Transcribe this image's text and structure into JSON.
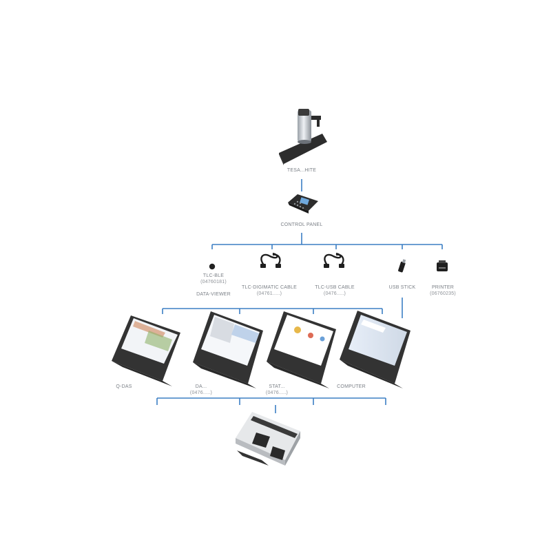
{
  "diagram": {
    "line_color": "#3b7fc4",
    "device_color": "#2f2f2f",
    "nodes": {
      "instrument": {
        "label": "TESA...HITE",
        "icon": "height-gauge-icon"
      },
      "control_panel": {
        "label": "CONTROL PANEL",
        "icon": "control-panel-icon"
      },
      "tlc_ble": {
        "label": "TLC-BLE",
        "code": "(04760181)",
        "icon": "ble-dongle-icon"
      },
      "tlc_digimatic": {
        "label": "TLC-DIGIMATIC CABLE",
        "code": "(04761.....)",
        "icon": "cable-icon"
      },
      "tlc_usb": {
        "label": "TLC-USB CABLE",
        "code": "(0476.....)",
        "icon": "cable-icon"
      },
      "usb_stick": {
        "label": "USB STICK",
        "icon": "usb-stick-icon"
      },
      "printer": {
        "label": "PRINTER",
        "code": "(06760235)",
        "icon": "printer-icon"
      },
      "data_viewer": {
        "label": "DATA-VIEWER"
      },
      "q_das": {
        "label": "Q-DAS",
        "icon": "laptop-icon"
      },
      "data_direct": {
        "label": "DA...",
        "code": "(0476.....)",
        "icon": "laptop-icon"
      },
      "stat": {
        "label": "STAT...",
        "code": "(0476.....)",
        "icon": "laptop-icon"
      },
      "computer": {
        "label": "COMPUTER",
        "icon": "laptop-icon"
      },
      "output_device": {
        "icon": "benchtop-device-icon"
      }
    }
  }
}
